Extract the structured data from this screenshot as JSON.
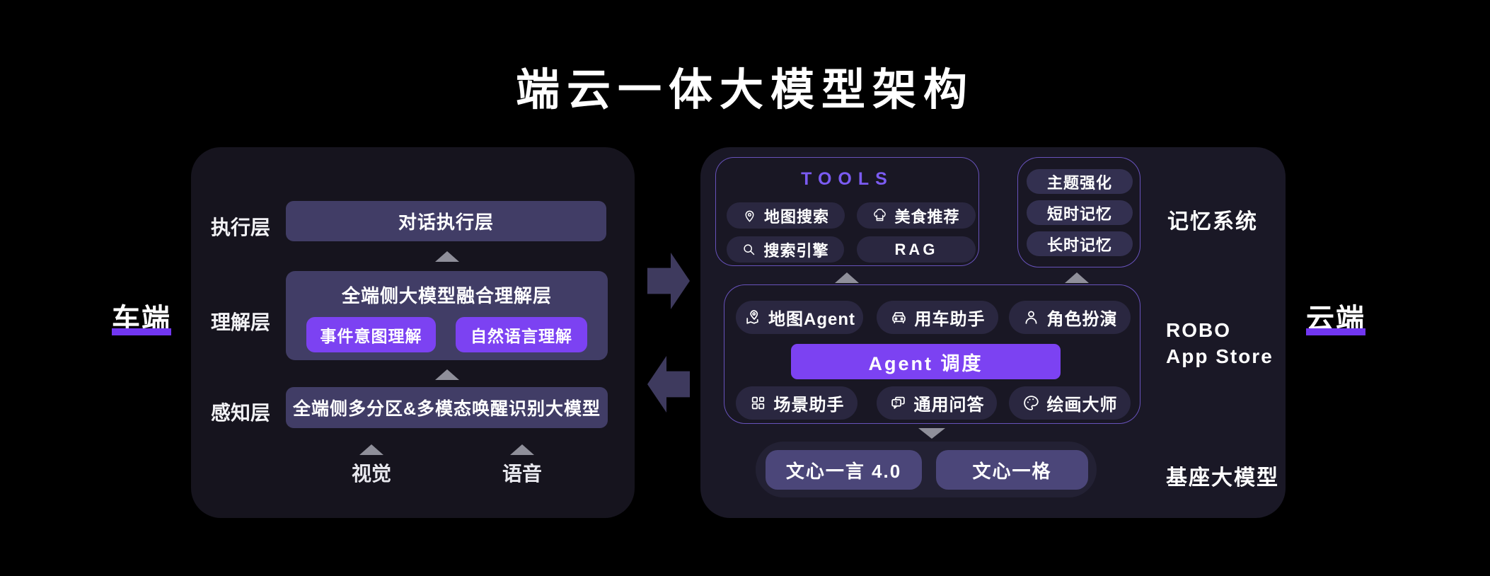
{
  "title": "端云一体大模型架构",
  "colors": {
    "background": "#000000",
    "panel_left_bg": "#16141E",
    "panel_right_bg": "#1A1826",
    "layer_box_bg": "#413D66",
    "accent_purple": "#7C42F2",
    "pill_dark_bg": "#2A2740",
    "memory_pill_bg": "#333050",
    "foundation_container_bg": "#232134",
    "foundation_pill_bg": "#4B4679",
    "outline_purple": "#7E63E6",
    "tools_title_color": "#7B5BF2",
    "arrow_gray": "#8F8F9A",
    "block_arrow": "#3E3A5E",
    "underline_purple": "#7136F1"
  },
  "side_labels": {
    "left": "车端",
    "right": "云端"
  },
  "left_panel": {
    "layers": [
      {
        "label": "执行层",
        "box": "对话执行层"
      },
      {
        "label": "理解层",
        "box_title": "全端侧大模型融合理解层",
        "chips": [
          {
            "label": "事件意图理解"
          },
          {
            "label": "自然语言理解"
          }
        ]
      },
      {
        "label": "感知层",
        "box": "全端侧多分区&多模态唤醒识别大模型"
      }
    ],
    "inputs": [
      {
        "label": "视觉"
      },
      {
        "label": "语音"
      }
    ]
  },
  "right_panel": {
    "tools": {
      "title": "TOOLS",
      "items": [
        {
          "icon": "location-pin-icon",
          "label": "地图搜索"
        },
        {
          "icon": "chef-hat-icon",
          "label": "美食推荐"
        },
        {
          "icon": "magnifier-icon",
          "label": "搜索引擎"
        },
        {
          "icon": "none",
          "label": "RAG"
        }
      ]
    },
    "memory": {
      "label": "记忆系统",
      "items": [
        {
          "label": "主题强化"
        },
        {
          "label": "短时记忆"
        },
        {
          "label": "长时记忆"
        }
      ]
    },
    "agents": {
      "label_line1": "ROBO",
      "label_line2": "App Store",
      "top_items": [
        {
          "icon": "map-agent-icon",
          "label": "地图Agent"
        },
        {
          "icon": "car-icon",
          "label": "用车助手"
        },
        {
          "icon": "person-icon",
          "label": "角色扮演"
        }
      ],
      "scheduler": "Agent 调度",
      "bottom_items": [
        {
          "icon": "grid-icon",
          "label": "场景助手"
        },
        {
          "icon": "chat-icon",
          "label": "通用问答"
        },
        {
          "icon": "palette-icon",
          "label": "绘画大师"
        }
      ]
    },
    "foundation": {
      "label": "基座大模型",
      "items": [
        {
          "label": "文心一言 4.0"
        },
        {
          "label": "文心一格"
        }
      ]
    }
  }
}
